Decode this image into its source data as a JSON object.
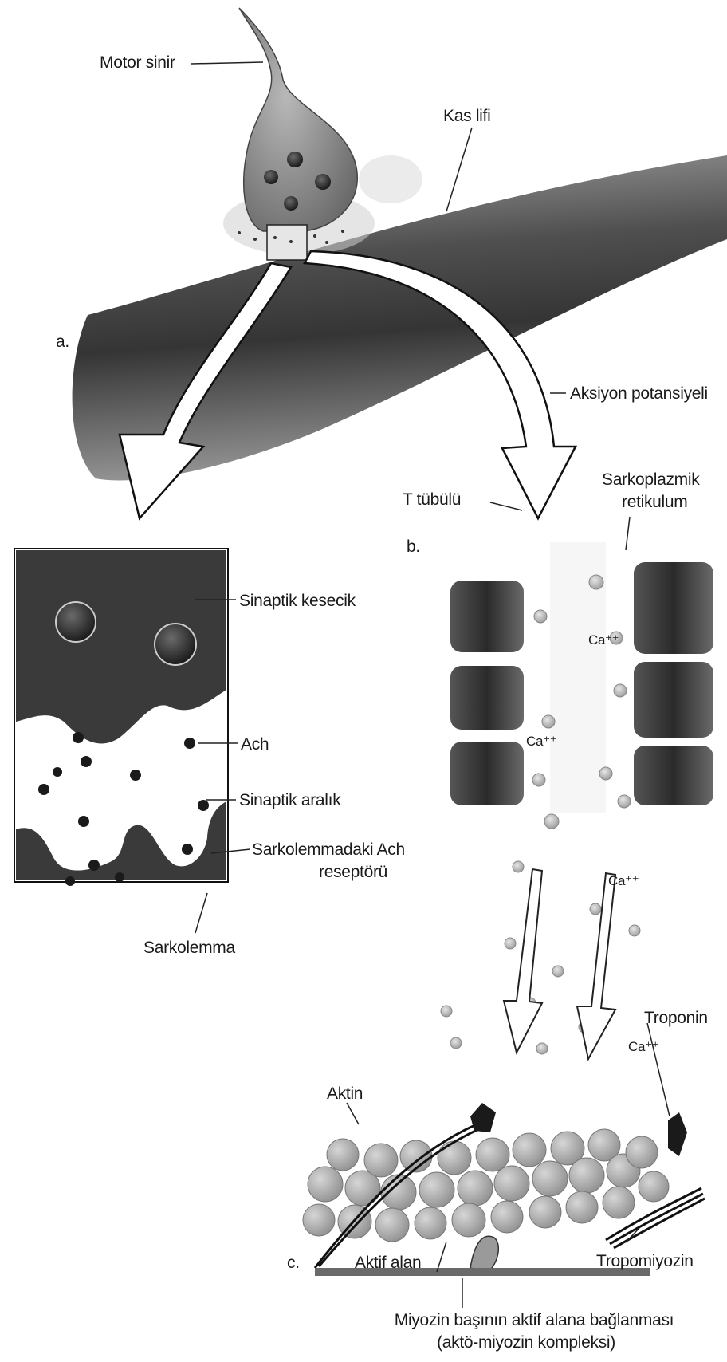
{
  "labels": {
    "motor_sinir": "Motor sinir",
    "kas_lifi": "Kas lifi",
    "panel_a": "a.",
    "aksiyon_potansiyeli": "Aksiyon potansiyeli",
    "t_tubulu": "T tübülü",
    "sarkoplazmik_1": "Sarkoplazmik",
    "sarkoplazmik_2": "retikulum",
    "panel_b": "b.",
    "sinaptik_kesecik": "Sinaptik kesecik",
    "ach": "Ach",
    "sinaptik_aralik": "Sinaptik aralık",
    "sarkolemma_ach_1": "Sarkolemmadaki Ach",
    "sarkolemma_ach_2": "reseptörü",
    "sarkolemma": "Sarkolemma",
    "ca_1": "Ca⁺⁺",
    "ca_2": "Ca⁺⁺",
    "ca_3": "Ca⁺⁺",
    "ca_4": "Ca⁺⁺",
    "troponin": "Troponin",
    "aktin": "Aktin",
    "panel_c": "c.",
    "aktif_alan": "Aktif alan",
    "tropomiyozin": "Tropomiyozin",
    "miyozin_1": "Miyozin başının aktif alana bağlanması",
    "miyozin_2": "(aktö-miyozin kompleksi)"
  }
}
